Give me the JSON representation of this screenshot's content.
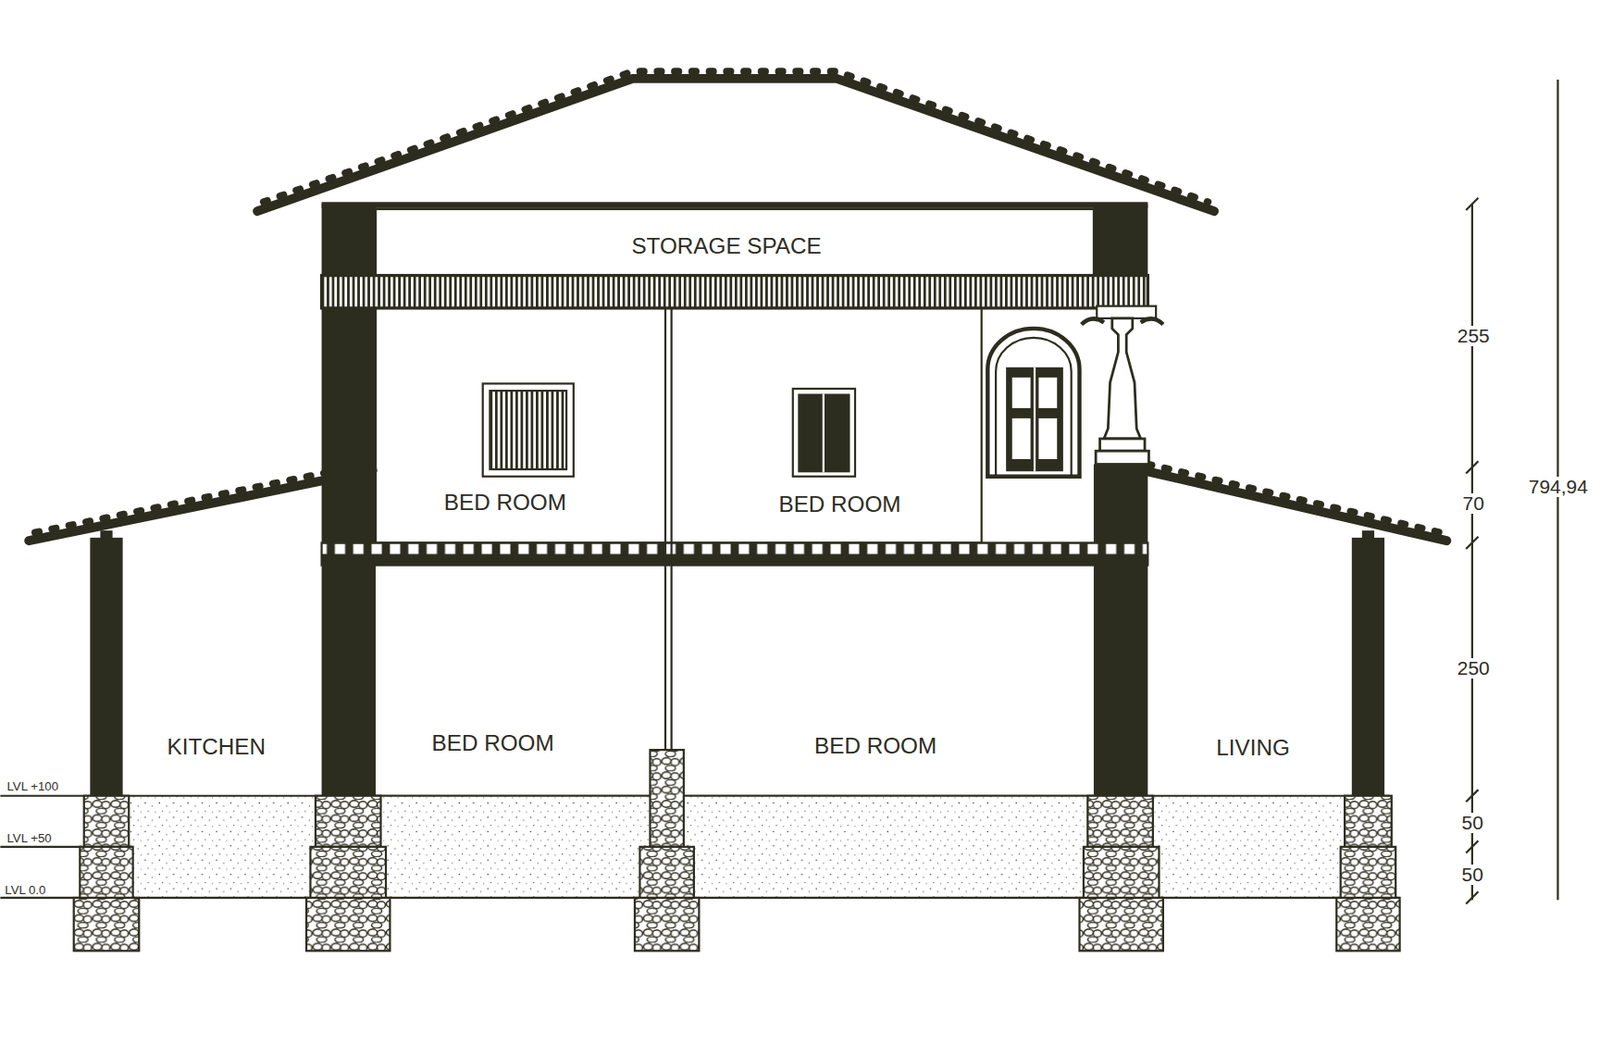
{
  "diagram": {
    "labels": [
      "STORAGE SPACE",
      "BED ROOM",
      "BED ROOM",
      "KITCHEN",
      "BED ROOM",
      "BED ROOM",
      "LIVING",
      "LVL +100",
      "LVL +50",
      "LVL 0.0",
      "255",
      "70",
      "250",
      "50",
      "50",
      "794,94"
    ]
  }
}
